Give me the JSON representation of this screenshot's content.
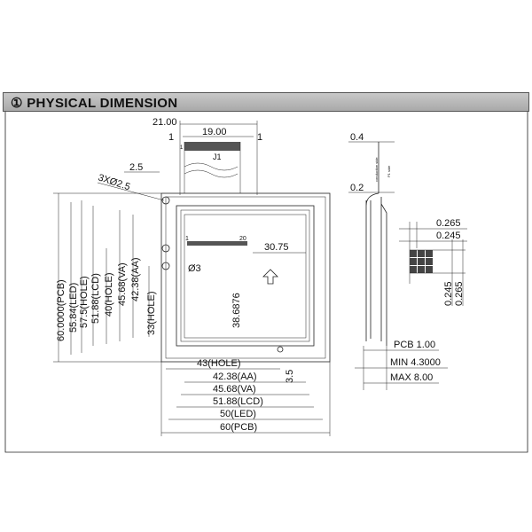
{
  "header": {
    "title": "① PHYSICAL  DIMENSION"
  },
  "top": {
    "d21": "21.00",
    "d19": "19.00",
    "d1a": "1",
    "d1b": "1",
    "pin1": "1",
    "connector": "J1",
    "d25": "2.5",
    "holes": "3XØ2.5"
  },
  "left_dims": [
    "60.0000(PCB)",
    "55.84(LED)",
    "57.5(HOLE)",
    "51.88(LCD)",
    "40(HOLE)",
    "45.68(VA)",
    "42.38(AA)",
    "33(HOLE)"
  ],
  "center": {
    "pin_start": "1",
    "pin_end": "20",
    "d3075": "30.75",
    "d386876": "38.6876",
    "hole_dia": "Ø3",
    "d35": "3.5"
  },
  "bottom_dims": [
    "43(HOLE)",
    "42.38(AA)",
    "45.68(VA)",
    "51.88(LCD)",
    "50(LED)",
    "60(PCB)"
  ],
  "side": {
    "d04": "0.4",
    "d02": "0.2",
    "pcb": "PCB  1.00",
    "min": "MIN  4.3000",
    "max": "MAX  8.00",
    "note1": "conductive side",
    "note2": "P1 side"
  },
  "pixel": {
    "w1": "0.265",
    "w2": "0.245",
    "h1": "0.245",
    "h2": "0.265"
  }
}
